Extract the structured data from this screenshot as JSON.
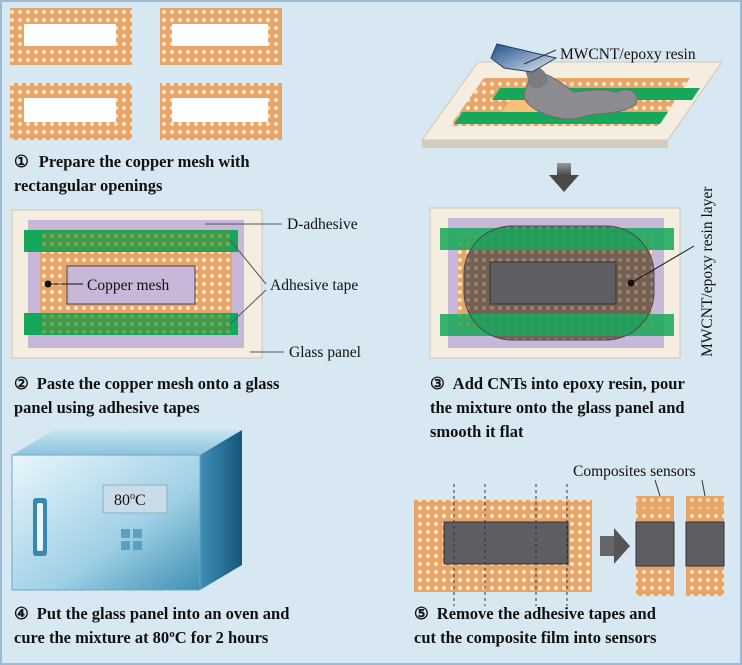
{
  "colors": {
    "background": "#d8e8f2",
    "frame": "#9bbbd2",
    "copper": "#e8a56a",
    "tape": "#15a85a",
    "d_adhesive": "#c8b7d8",
    "glass": "#f4ede0",
    "resin": "#5e5e62"
  },
  "step1": {
    "number": "①",
    "caption_line1": "Prepare the copper mesh with",
    "caption_line2": "rectangular openings"
  },
  "step2": {
    "number": "②",
    "caption_line1": "Paste the copper mesh onto a glass",
    "caption_line2": "panel using adhesive tapes",
    "label_d_adhesive": "D-adhesive",
    "label_copper_mesh": "Copper mesh",
    "label_adhesive_tape": "Adhesive tape",
    "label_glass_panel": "Glass panel"
  },
  "step3": {
    "number": "③",
    "caption_line1": "Add CNTs into epoxy resin, pour",
    "caption_line2": "the mixture onto the glass panel and",
    "caption_line3": "smooth it flat",
    "label_mwcnt_epoxy": "MWCNT/epoxy resin",
    "label_layer": "MWCNT/epoxy resin layer"
  },
  "step4": {
    "number": "④",
    "caption_line1": "Put the glass panel into an oven and",
    "caption_line2_a": "cure the mixture at 80",
    "caption_line2_sup": "o",
    "caption_line2_b": "C for 2 hours",
    "oven_display_value": "80",
    "oven_display_sup": "o",
    "oven_display_unit": "C"
  },
  "step5": {
    "number": "⑤",
    "caption_line1": "Remove the adhesive tapes and",
    "caption_line2": "cut the composite film into sensors",
    "label_sensors": "Composites sensors"
  }
}
